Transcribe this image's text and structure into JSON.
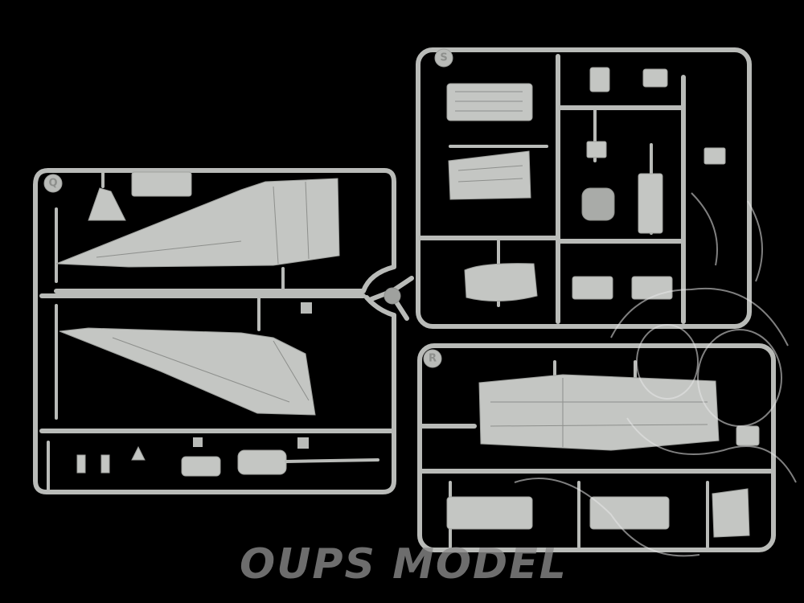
{
  "watermark": {
    "text": "OUPS MODEL"
  },
  "sprues": [
    {
      "letter": "Q"
    },
    {
      "letter": "S"
    },
    {
      "letter": "R"
    }
  ],
  "colors": {
    "background": "#000000",
    "plastic": "#c4c6c3",
    "runner": "#b9bbb8"
  }
}
